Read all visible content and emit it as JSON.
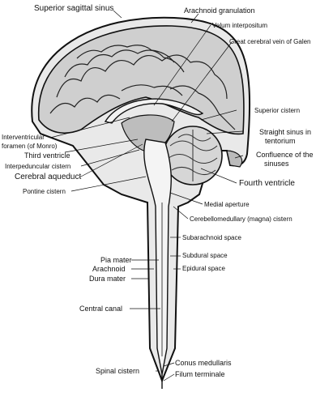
{
  "labels": {
    "superior_sagittal_sinus": "Superior sagittal sinus",
    "arachnoid_granulation": "Arachnoid granulation",
    "velum_interpositum": "Velum interpositum",
    "great_cerebral_vein": "Great cerebral vein of Galen",
    "superior_cistern": "Superior cistern",
    "interventricular_foramen_1": "Interventricular",
    "interventricular_foramen_2": "foramen (of Monro)",
    "straight_sinus_1": "Straight sinus in",
    "straight_sinus_2": "tentorium",
    "third_ventricle": "Third ventricle",
    "confluence_1": "Confluence of the",
    "confluence_2": "sinuses",
    "interpeduncular_cistern": "Interpeduncular cistern",
    "cerebral_aqueduct": "Cerebral aqueduct",
    "fourth_ventricle": "Fourth ventricle",
    "pontine_cistern": "Pontine cistern",
    "medial_aperture": "Medial aperture",
    "cerebellomedullary_cistern": "Cerebellomedullary (magna) cistern",
    "subarachnoid_space": "Subarachnoid space",
    "pia_mater": "Pia mater",
    "subdural_space": "Subdural space",
    "arachnoid": "Arachnoid",
    "epidural_space": "Epidural space",
    "dura_mater": "Dura mater",
    "central_canal": "Central canal",
    "conus_medullaris": "Conus medullaris",
    "spinal_cistern": "Spinal cistern",
    "filum_terminale": "Filum terminale"
  }
}
